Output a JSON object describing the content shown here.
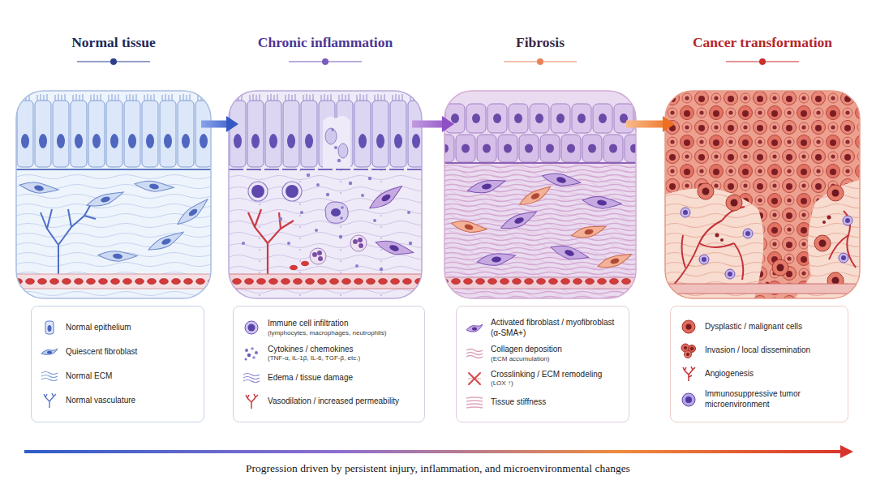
{
  "diagram": {
    "caption": "Progression driven by persistent injury, inflammation, and microenvironmental changes",
    "nodes": [
      {
        "text": [
          "Normal tissue"
        ]
      },
      {
        "text": [
          "Chronic inflammation"
        ]
      },
      {
        "text": [
          "Fibrosis"
        ]
      },
      {
        "text": [
          "Cancer transformation"
        ]
      },
      {
        "text": [
          "Normal epithelium",
          "Quiescent fibroblast",
          "Normal ECM",
          "Normal vasculature"
        ]
      },
      {
        "text": [
          "Immune cell infiltration",
          "(lymphocytes, macrophages, neutrophils)",
          "Cytokines / chemokines",
          "(TNF-α, IL-1β, IL-6, TGF-β, etc.)",
          "Edema / tissue damage",
          "Vasodilation / increased permeability"
        ]
      },
      {
        "text": [
          "Activated fibroblast / myofibroblast (α-SMA+)",
          "Collagen deposition",
          "(ECM accumulation)",
          "Crosslinking / ECM remodeling",
          "(LOX ↑)",
          "Tissue stiffness"
        ]
      },
      {
        "text": [
          "Dysplastic / malignant cells",
          "Invasion / local dissemination",
          "Angiogenesis",
          "Immunosuppressive tumor microenvironment"
        ]
      }
    ],
    "edges": [
      {
        "from": 0,
        "to": 1,
        "arrow": "to"
      },
      {
        "from": 1,
        "to": 2,
        "arrow": "to"
      },
      {
        "from": 2,
        "to": 3,
        "arrow": "to"
      }
    ]
  }
}
